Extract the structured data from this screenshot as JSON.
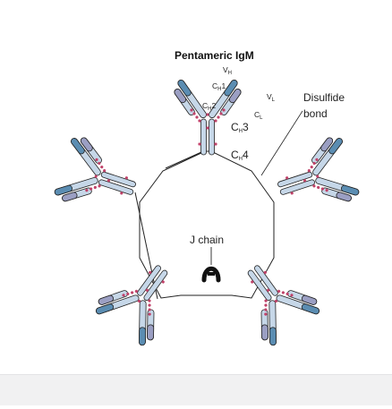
{
  "figure": {
    "title": "Pentameric IgM",
    "labels": {
      "vh": "V",
      "vh_sub": "H",
      "ch1": "C",
      "ch1_sub": "H",
      "ch1_num": "1",
      "ch2": "C",
      "ch2_sub": "H",
      "ch2_num": "2",
      "ch3": "C",
      "ch3_sub": "H",
      "ch3_num": "3",
      "ch4": "C",
      "ch4_sub": "H",
      "ch4_num": "4",
      "vl": "V",
      "vl_sub": "L",
      "cl": "C",
      "cl_sub": "L",
      "disulfide_line1": "Disulfide",
      "disulfide_line2": "bond",
      "j_chain": "J chain"
    },
    "colors": {
      "heavy_chain": "#c6d7e8",
      "heavy_variable": "#5b8db2",
      "light_variable": "#9b9fc3",
      "bond_dots": "#c0436a",
      "outline": "#222222"
    }
  }
}
